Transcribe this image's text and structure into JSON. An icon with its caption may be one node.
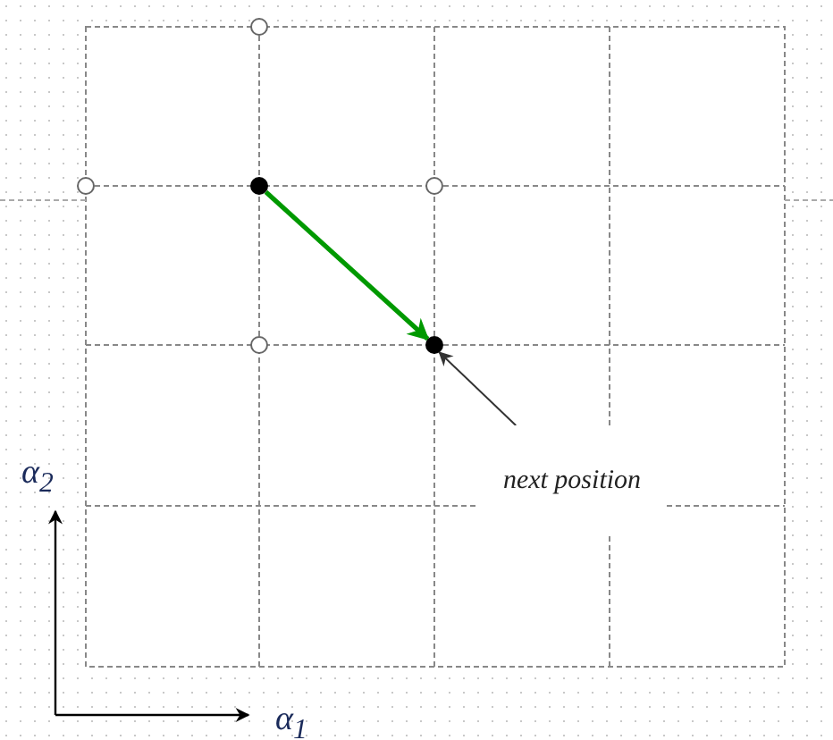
{
  "diagram": {
    "nodes": [
      {
        "text": [],
        "shape": "circle"
      },
      {
        "text": [],
        "shape": "circle"
      },
      {
        "text": [],
        "shape": "dot"
      },
      {
        "text": [],
        "shape": "circle"
      },
      {
        "text": [],
        "shape": "circle"
      },
      {
        "text": [],
        "shape": "dot"
      },
      {
        "text": [
          "next position"
        ]
      }
    ],
    "edges": [
      {
        "from": 2,
        "to": 5,
        "arrow": "to",
        "style": "thick",
        "color": "#009900"
      },
      {
        "from": 6,
        "to": 5,
        "arrow": "to",
        "color": "#333333"
      }
    ],
    "labels": [
      "α$_{2}$",
      "α$_{1}$"
    ]
  }
}
